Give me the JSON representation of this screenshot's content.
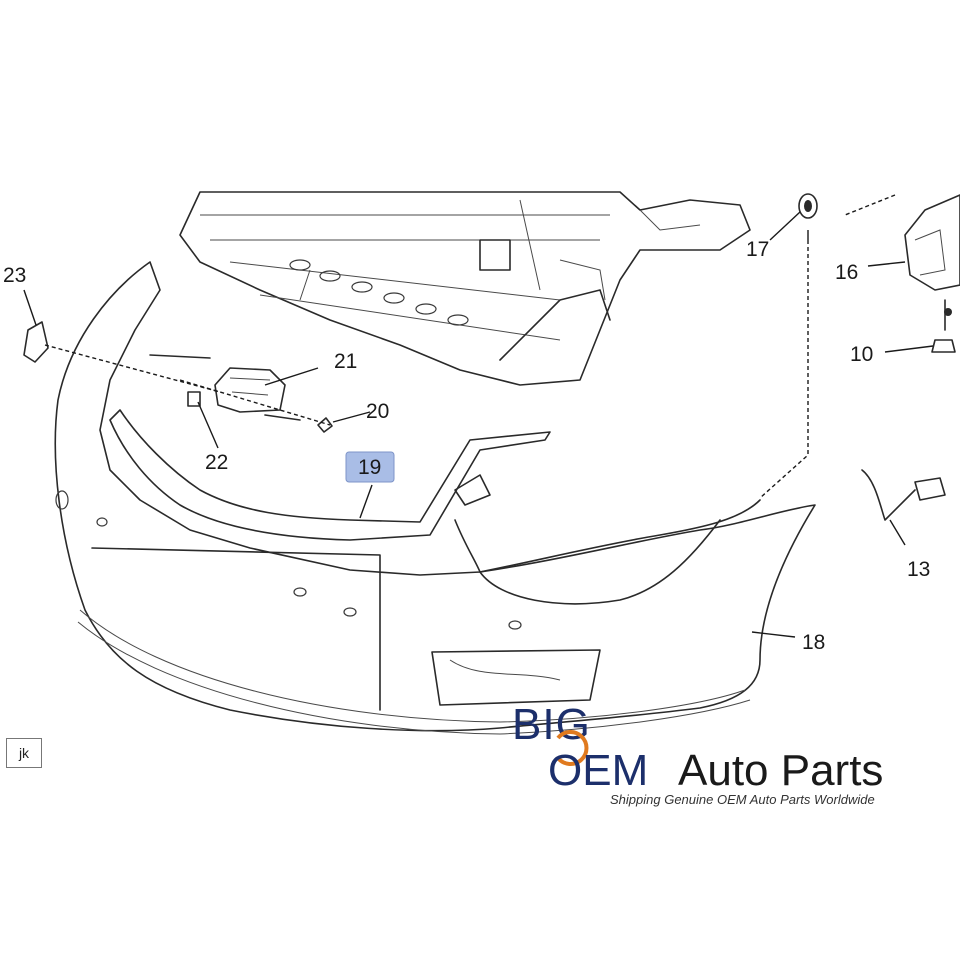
{
  "callouts": {
    "c23": "23",
    "c21": "21",
    "c20": "20",
    "c22": "22",
    "c19": "19",
    "c17": "17",
    "c16": "16",
    "c10": "10",
    "c13": "13",
    "c18": "18"
  },
  "highlight_color": "#a9bde6",
  "diagram_code": "jk",
  "logo": {
    "big": "BIG",
    "oem": "OEM",
    "rest": "Auto Parts",
    "tagline": "Shipping Genuine OEM Auto Parts Worldwide",
    "brand_color": "#1c2f6b",
    "accent_color": "#e07a1f"
  }
}
